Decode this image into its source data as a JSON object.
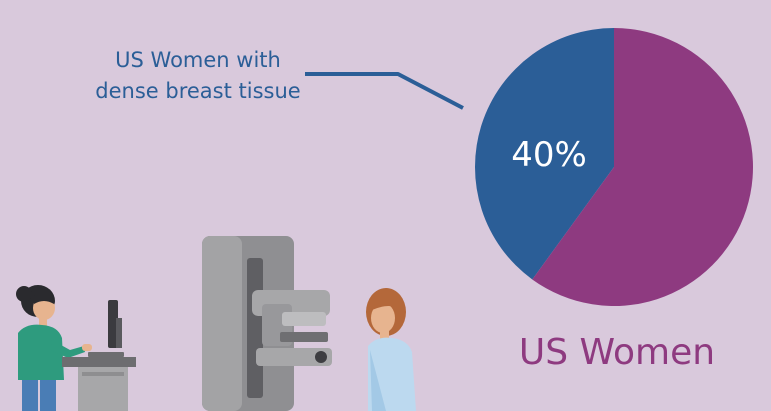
{
  "chart_data": {
    "type": "pie",
    "title": "US Women",
    "slices": [
      {
        "label": "US Women with dense breast tissue",
        "label_lines": [
          "US Women with",
          "dense breast tissue"
        ],
        "value": 40,
        "display": "40%",
        "color": "#2b5e97"
      },
      {
        "label": "",
        "value": 60,
        "display": "",
        "color": "#8e3a80"
      }
    ]
  },
  "colors": {
    "background": "#d9c9dc",
    "label_blue": "#2b5e97",
    "title_purple": "#8e3a80"
  }
}
